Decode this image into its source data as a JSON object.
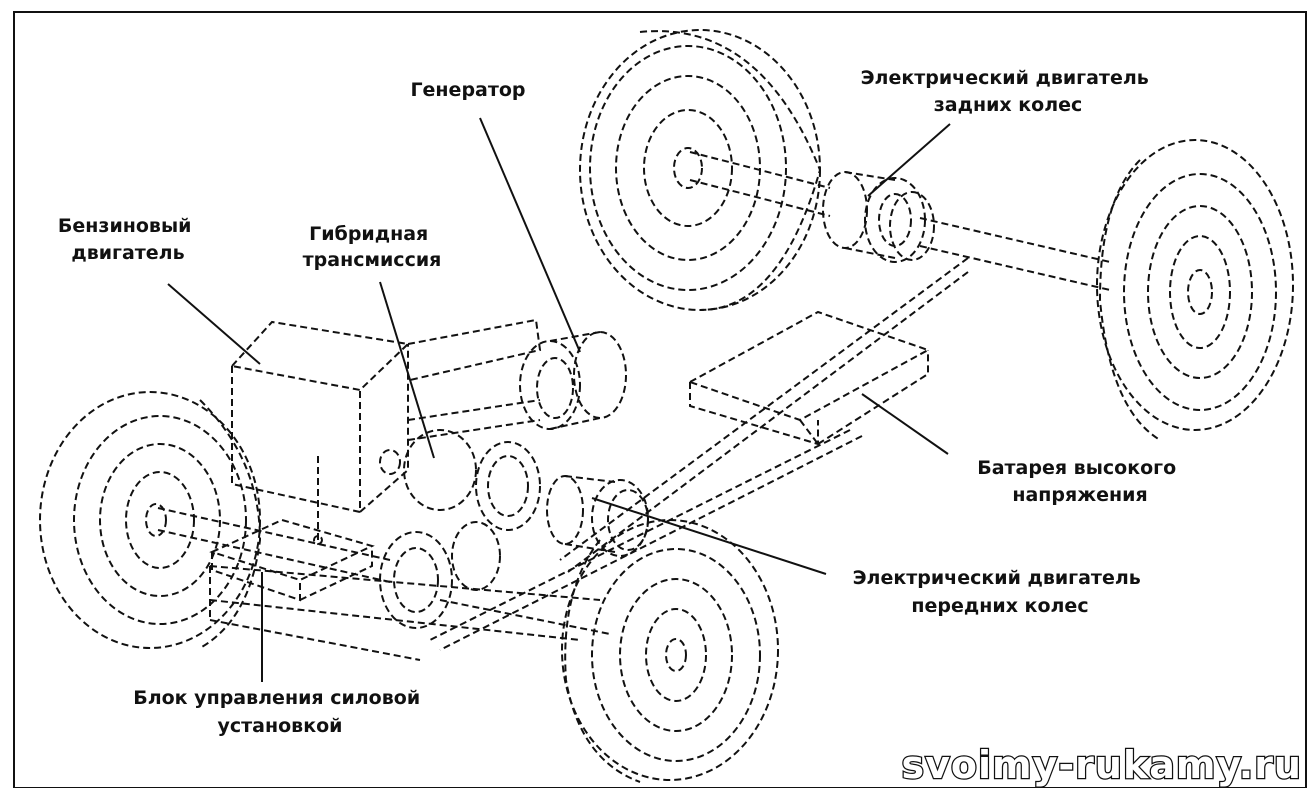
{
  "labels": {
    "generator": [
      "Генератор"
    ],
    "rear_motor": [
      "Электрический двигатель",
      "задних колес"
    ],
    "gasoline_engine": [
      "Бензиновый",
      "двигатель"
    ],
    "hybrid_transmission": [
      "Гибридная",
      "трансмиссия"
    ],
    "battery": [
      "Батарея высокого",
      "напряжения"
    ],
    "front_motor": [
      "Электрический двигатель",
      "передних колес"
    ],
    "control_unit": [
      "Блок управления силовой",
      "установкой"
    ]
  },
  "watermark": "svoimy-rukamy.ru",
  "colors": {
    "ink": "#111111",
    "background": "#ffffff"
  }
}
